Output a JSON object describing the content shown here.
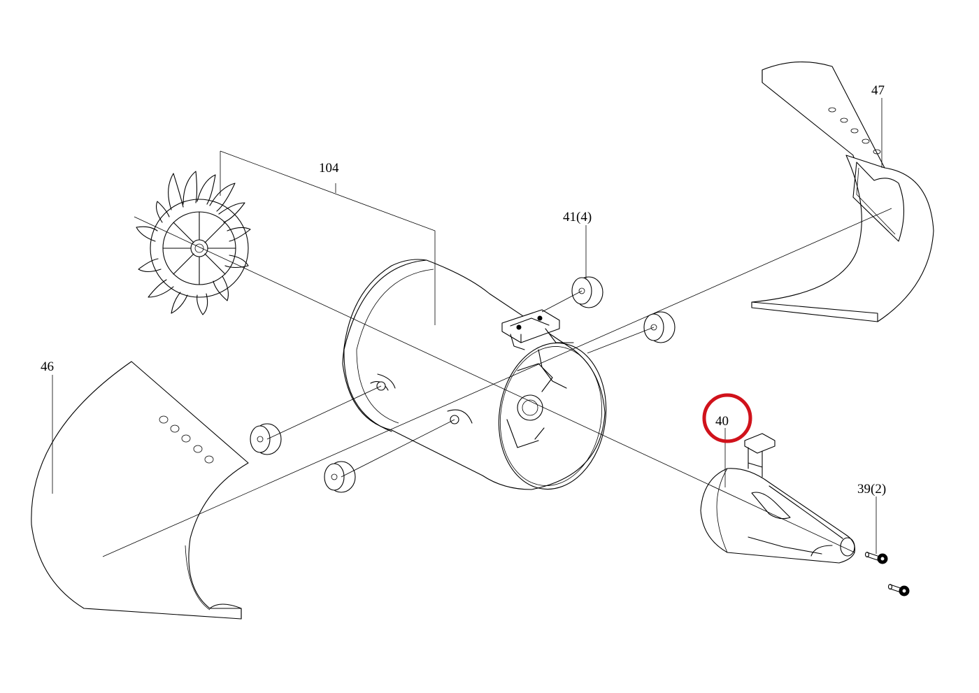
{
  "labels": {
    "p104": "104",
    "p41": "41(4)",
    "p47": "47",
    "p46": "46",
    "p40": "40",
    "p39": "39(2)"
  },
  "highlight": {
    "target": "40",
    "color": "#d0121b"
  },
  "line_color": "#000000"
}
